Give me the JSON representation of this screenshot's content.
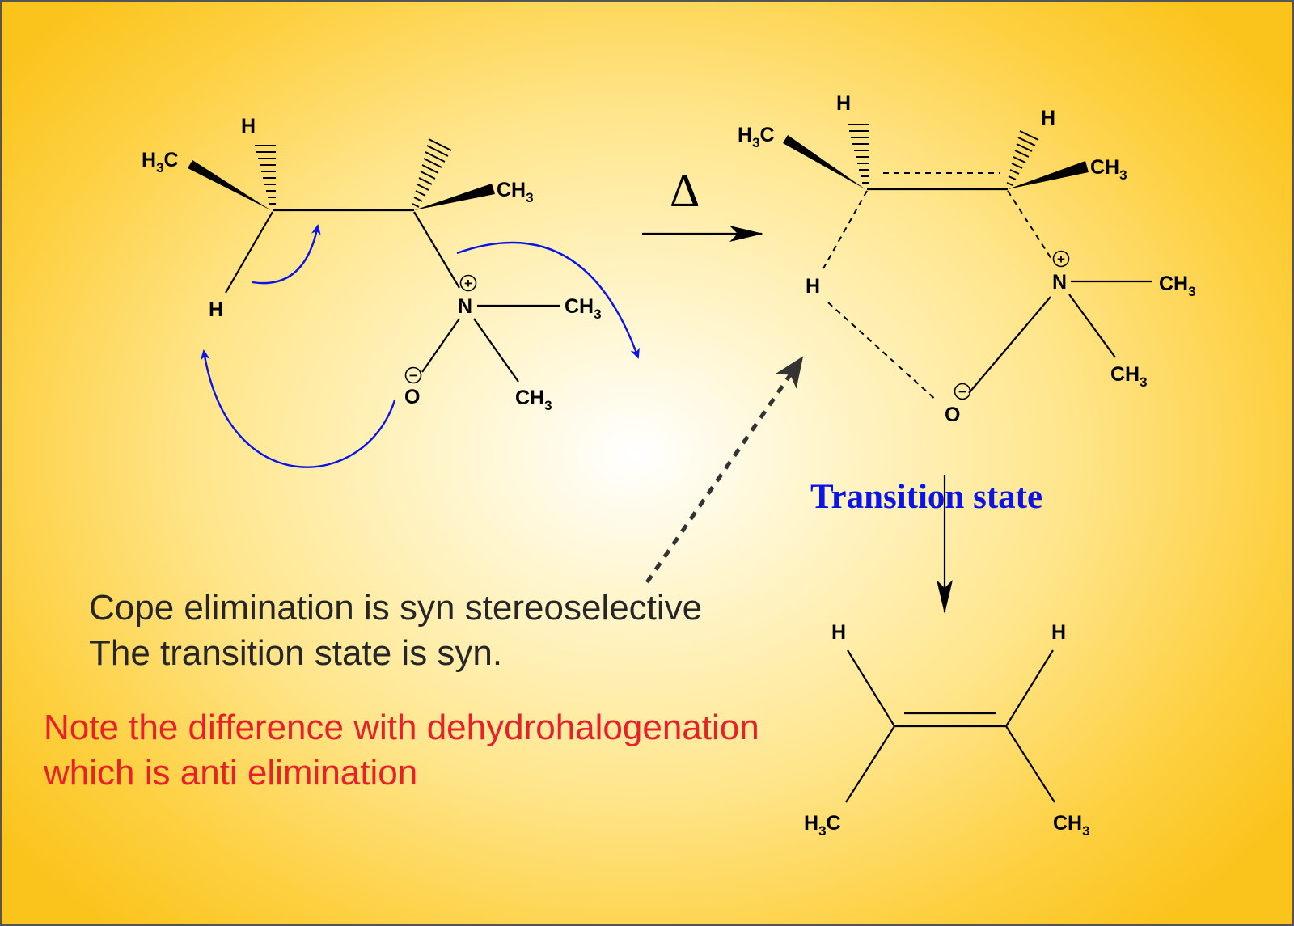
{
  "heat_symbol": "Δ",
  "transition_state_label": "Transition state",
  "notes": {
    "syn_line1": "Cope elimination is syn stereoselective",
    "syn_line2": "The transition state is syn.",
    "anti_line1": "Note the difference with dehydrohalogenation",
    "anti_line2": "which is anti elimination"
  },
  "atoms": {
    "H": "H",
    "C": "C",
    "N": "N",
    "O": "O",
    "CH": "CH",
    "three": "3",
    "plus": "+",
    "minus": "−"
  },
  "colors": {
    "arrow_blue": "#0a14e6",
    "note_red": "#e8202a",
    "note_dark": "#262626",
    "background_center": "#ffffff",
    "background_edge": "#fbc41c"
  }
}
